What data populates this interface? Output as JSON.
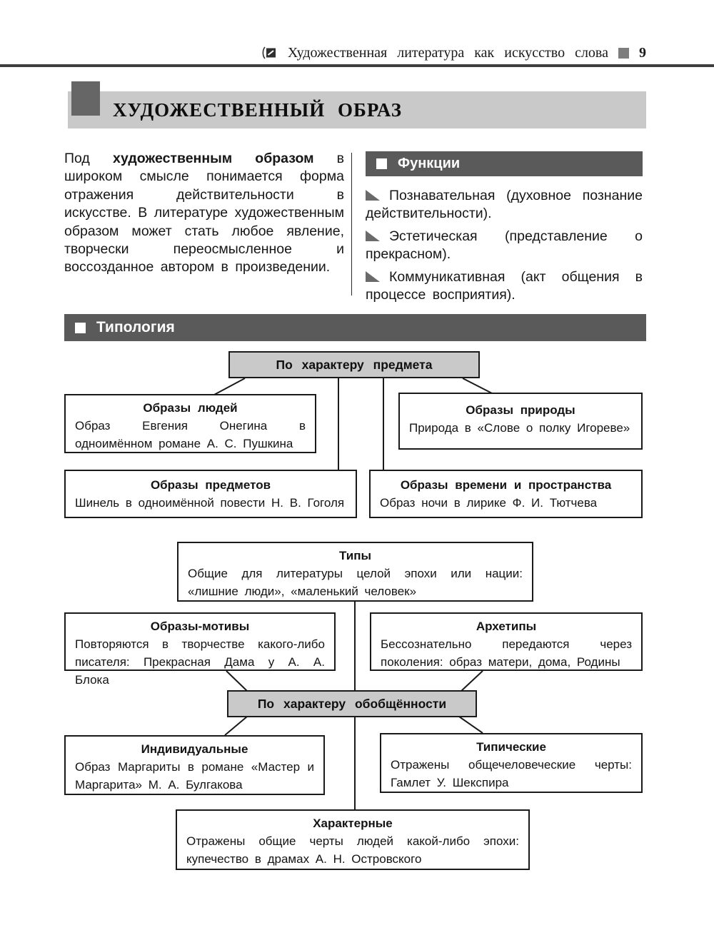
{
  "header": {
    "chapter_title": "Художественная литература как искусство слова",
    "page_number": "9"
  },
  "title": "ХУДОЖЕСТВЕННЫЙ ОБРАЗ",
  "intro": {
    "lead": "Под ",
    "term": "художественным образом",
    "rest": " в широком смысле понимается форма отражения действительности в искусстве. В литературе художественным образом может стать любое явление, творчески переосмысленное и воссозданное автором в произведении."
  },
  "functions": {
    "title": "Функции",
    "items": [
      "Познавательная (духовное познание действительности).",
      "Эстетическая (представление о прекрасном).",
      "Коммуникативная (акт общения в процессе восприятия)."
    ]
  },
  "typology": {
    "title": "Типология",
    "root1": "По характеру предмета",
    "root2": "По характеру обобщённости",
    "nodes": {
      "people": {
        "title": "Образы людей",
        "body": "Образ Евгения Онегина в одноимённом романе А. С. Пушкина"
      },
      "nature": {
        "title": "Образы природы",
        "body": "Природа в «Слове о полку Игореве»"
      },
      "objects": {
        "title": "Образы предметов",
        "body": "Шинель в одноимённой повести Н. В. Гоголя"
      },
      "time_space": {
        "title": "Образы времени и пространства",
        "body": "Образ ночи в лирике Ф. И. Тютчева"
      },
      "types": {
        "title": "Типы",
        "body": "Общие для литературы целой эпохи или нации: «лишние люди», «маленький человек»"
      },
      "motifs": {
        "title": "Образы-мотивы",
        "body": "Повторяются в творчестве какого-либо писателя: Прекрасная Дама у А. А. Блока"
      },
      "archetypes": {
        "title": "Архетипы",
        "body": "Бессознательно передаются через поколения: образ матери, дома, Родины"
      },
      "individual": {
        "title": "Индивидуальные",
        "body": "Образ Маргариты в романе «Мастер и Маргарита» М. А. Булгакова"
      },
      "typical": {
        "title": "Типические",
        "body": "Отражены общечеловеческие черты: Гамлет У. Шекспира"
      },
      "characteristic": {
        "title": "Характерные",
        "body": "Отражены общие черты людей какой-либо эпохи: купечество в драмах А. Н. Островского"
      }
    }
  },
  "colors": {
    "section_bar": "#5a5a5a",
    "gray_box_fill": "#c9c9c9",
    "title_square": "#666666",
    "header_square": "#7d7d7d",
    "list_triangle": "#6a6a6a",
    "text": "#111111"
  }
}
